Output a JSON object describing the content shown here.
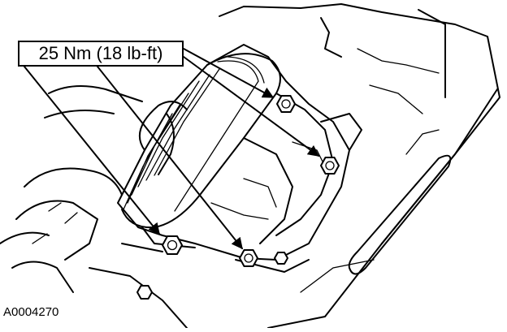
{
  "callout": {
    "torque_label": "25 Nm (18 lb-ft)"
  },
  "figure": {
    "id_label": "A0004270"
  },
  "icons": {
    "bolt": "hex-bolt-icon",
    "arrow": "leader-arrow"
  }
}
